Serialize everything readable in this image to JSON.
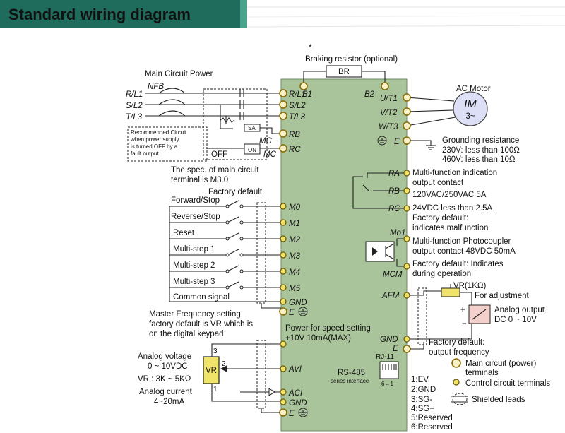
{
  "title": "Standard wiring diagram",
  "colors": {
    "title_banner": "#1f6b5c",
    "drive_body": "#a9c49a",
    "main_terminal": "#f7f1c8",
    "control_terminal": "#f0e36a",
    "motor": "#dcdff5"
  },
  "braking": {
    "asterisk": "*",
    "label": "Braking resistor (optional)",
    "br": "BR",
    "b1": "B1",
    "b2": "B2"
  },
  "main_power": {
    "label": "Main Circuit Power",
    "nfb": "NFB",
    "phases_in": [
      "R/L1",
      "S/L2",
      "T/L3"
    ],
    "drive_inputs": [
      "R/L1",
      "S/L2",
      "T/L3"
    ],
    "rb": "RB",
    "rc": "RC",
    "sa": "SA",
    "mc": "MC",
    "off": "OFF",
    "on": "ON",
    "recommended": [
      "Recommended Circuit",
      "when power supply",
      "is turned OFF by a",
      "fault output"
    ],
    "spec": [
      "The spec. of main circuit",
      "terminal is M3.0"
    ]
  },
  "motor": {
    "title": "AC Motor",
    "outputs": [
      "U/T1",
      "V/T2",
      "W/T3"
    ],
    "im": "IM",
    "phase": "3~",
    "e": "E",
    "grounding": [
      "Grounding resistance",
      "230V: less than 100Ω",
      "460V: less than 10Ω"
    ]
  },
  "relay": {
    "ra": "RA",
    "rb": "RB",
    "rc": "RC",
    "desc": [
      "Multi-function indication",
      "output contact",
      "120VAC/250VAC  5A",
      "24VDC  less than 2.5A",
      "Factory default:",
      "indicates malfunction"
    ]
  },
  "photocoupler": {
    "mo1": "Mo1",
    "mcm": "MCM",
    "desc": [
      "Multi-function Photocoupler",
      "output contact 48VDC 50mA",
      "Factory default: Indicates",
      "during operation"
    ]
  },
  "afm": {
    "label": "AFM",
    "vr": "VR(1KΩ)",
    "adjust": "For adjustment",
    "plus": "+",
    "minus": "−",
    "analog_output": [
      "Analog output",
      "DC 0 ~ 10V"
    ],
    "gnd": "GND",
    "e": "E",
    "factory": [
      "Factory default:",
      "output frequency"
    ]
  },
  "inputs": {
    "factory_default": "Factory default",
    "rows": [
      {
        "label": "Forward/Stop",
        "term": "M0"
      },
      {
        "label": "Reverse/Stop",
        "term": "M1"
      },
      {
        "label": "Reset",
        "term": "M2"
      },
      {
        "label": "Multi-step 1",
        "term": "M3"
      },
      {
        "label": "Multi-step 2",
        "term": "M4"
      },
      {
        "label": "Multi-step 3",
        "term": "M5"
      }
    ],
    "common": "Common signal",
    "gnd": "GND",
    "e": "E"
  },
  "master_freq": [
    "Master Frequency setting",
    "factory default is VR which is",
    "on the digital keypad"
  ],
  "power_supply": [
    "Power for speed setting",
    "+10V 10mA(MAX)"
  ],
  "analog": {
    "voltage": [
      "Analog voltage",
      "0 ~ 10VDC"
    ],
    "vr": "VR : 3K ~ 5KΩ",
    "vr_box": "VR",
    "pins": [
      "3",
      "2",
      "1"
    ],
    "avi": "AVI",
    "current": [
      "Analog current",
      "4~20mA"
    ],
    "aci": "ACI",
    "gnd": "GND",
    "e": "E"
  },
  "rs485": {
    "rj": "RJ-11",
    "label": "RS-485",
    "sub": "series interface",
    "pins_range": "6←1",
    "pins": [
      "1:EV",
      "2:GND",
      "3:SG-",
      "4:SG+",
      "5:Reserved",
      "6:Reserved"
    ]
  },
  "legend": {
    "main": [
      "Main circuit (power)",
      "terminals"
    ],
    "control": "Control circuit terminals",
    "shielded": "Shielded leads"
  }
}
